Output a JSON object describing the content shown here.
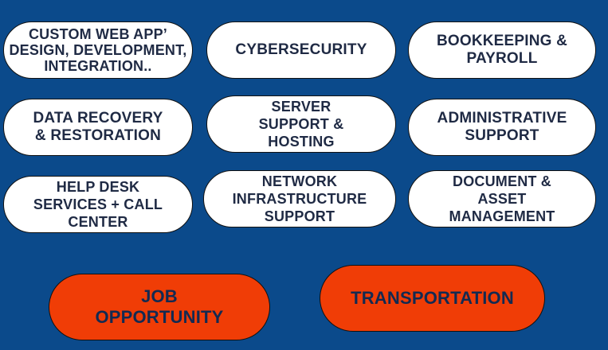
{
  "services": {
    "row1": [
      "CUSTOM WEB APP’\nDESIGN, DEVELOPMENT,\nINTEGRATION..",
      "CYBERSECURITY",
      "BOOKKEEPING &\nPAYROLL"
    ],
    "row2": [
      "DATA RECOVERY\n& RESTORATION",
      "SERVER\nSUPPORT &\nHOSTING",
      "ADMINISTRATIVE\nSUPPORT"
    ],
    "row3": [
      "HELP DESK\nSERVICES + CALL\nCENTER",
      "NETWORK\nINFRASTRUCTURE\nSUPPORT",
      "DOCUMENT &\nASSET\nMANAGEMENT"
    ]
  },
  "actions": {
    "job_opportunity": "JOB\nOPPORTUNITY",
    "transportation": "TRANSPORTATION"
  },
  "colors": {
    "background": "#0b4a8b",
    "pill_white": "#ffffff",
    "pill_orange": "#f03d06",
    "text_dark": "#1f2a44"
  }
}
